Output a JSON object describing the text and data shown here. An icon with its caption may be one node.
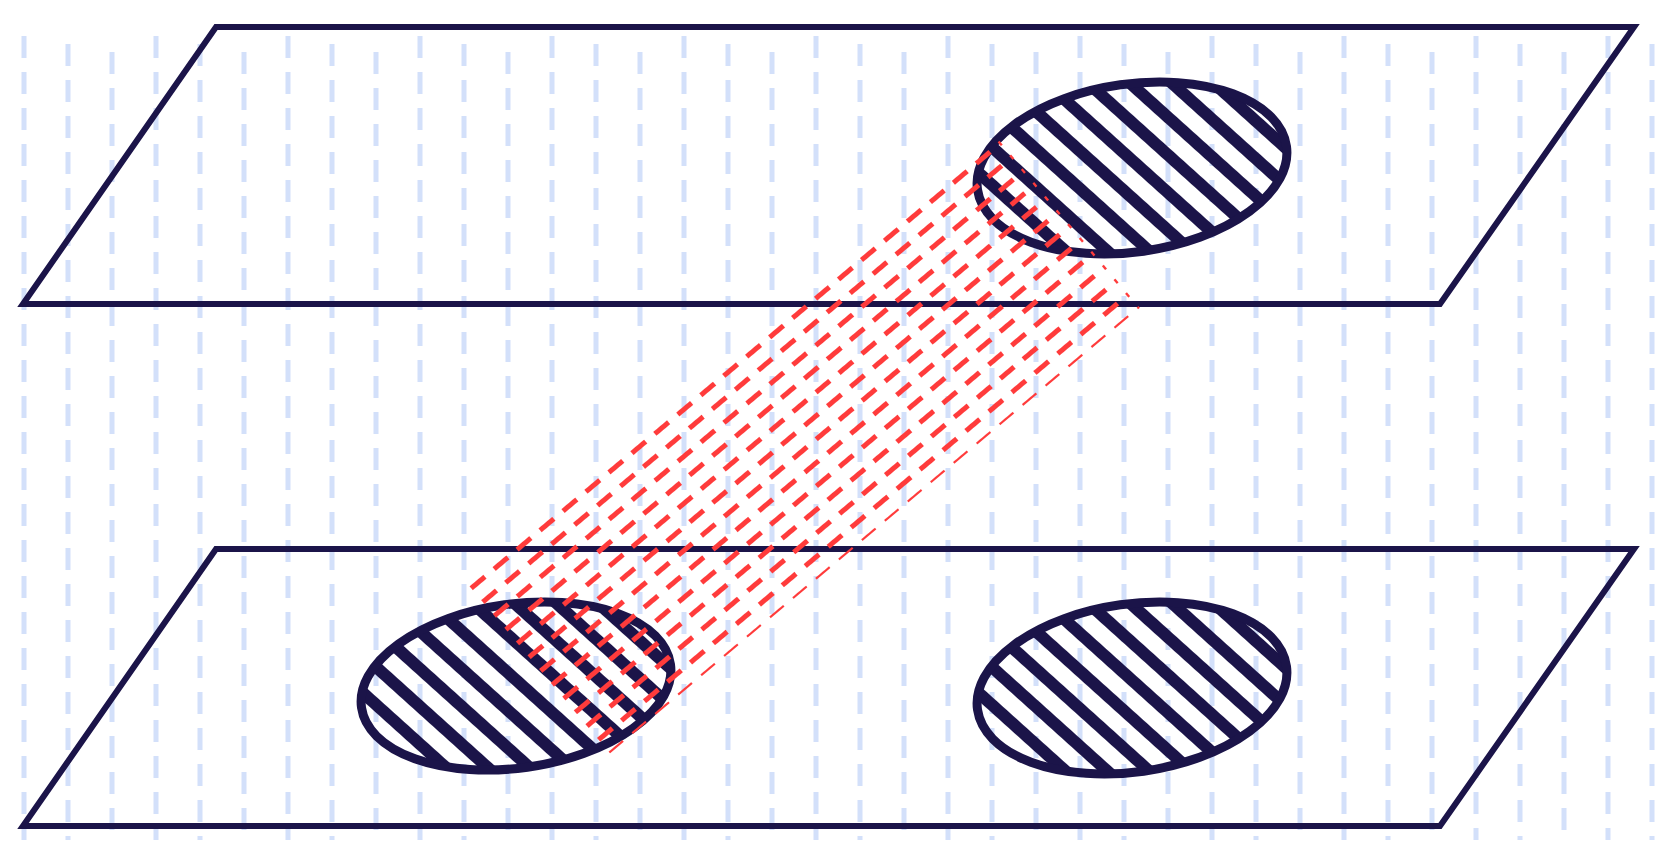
{
  "diagram": {
    "nodes": [
      {
        "text": [],
        "shape": "parallelogram"
      },
      {
        "text": [],
        "shape": "ellipse",
        "in": 0
      },
      {
        "text": [],
        "shape": "parallelogram"
      },
      {
        "text": [],
        "shape": "ellipse",
        "in": 2
      },
      {
        "text": [],
        "shape": "ellipse",
        "in": 2
      }
    ],
    "edges": [
      {
        "from": 1,
        "to": 3,
        "arrow": "none",
        "style": "dashed",
        "color": "#ff3b3b"
      }
    ]
  }
}
